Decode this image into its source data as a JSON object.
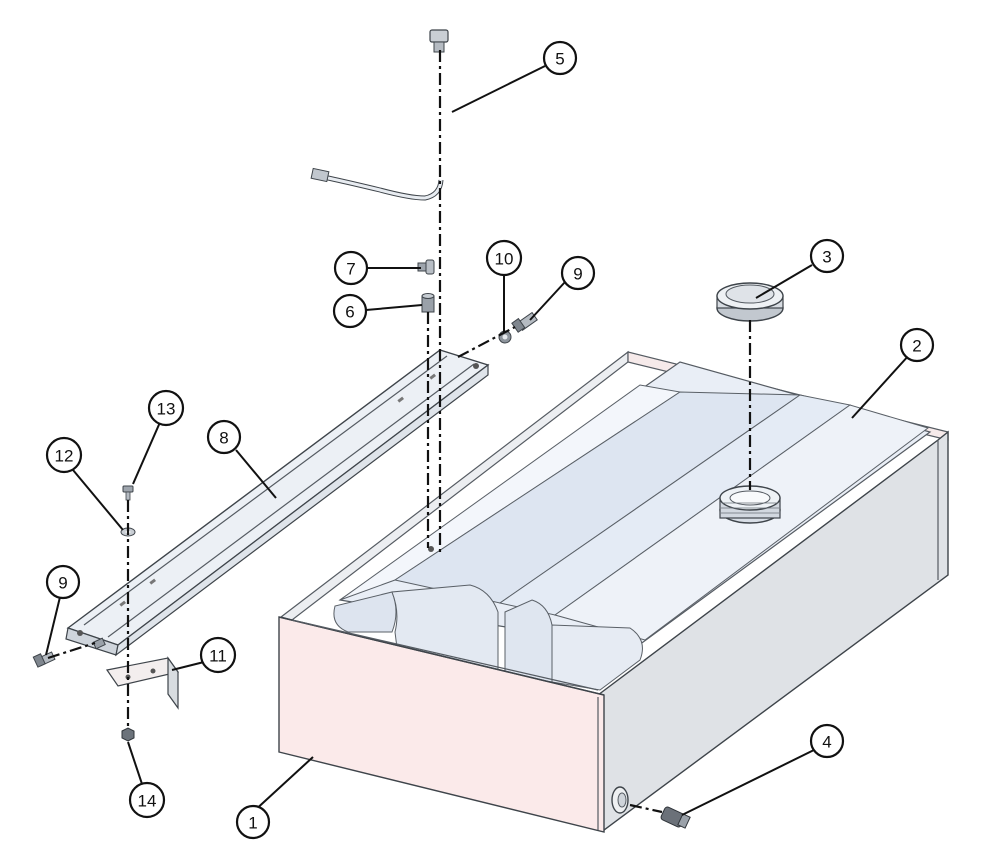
{
  "figure": {
    "background": "#ffffff",
    "colors": {
      "tray_face": "#fbeaea",
      "tray_side": "#dcdfe3",
      "tank_body": "#dfe7f2",
      "tank_top": "#e9eef6",
      "steel": "#d9dde2",
      "ink": "#111111"
    }
  },
  "parts": [
    {
      "id": "fuel-tank-tray",
      "callout": "1"
    },
    {
      "id": "fuel-tank",
      "callout": "2"
    },
    {
      "id": "filler-cap",
      "callout": "3"
    },
    {
      "id": "drain-plug",
      "callout": "4"
    },
    {
      "id": "sender-unit",
      "callout": "5"
    },
    {
      "id": "fitting",
      "callout": "6"
    },
    {
      "id": "elbow-fitting",
      "callout": "7"
    },
    {
      "id": "strap-bar",
      "callout": "8"
    },
    {
      "id": "bolt-left",
      "callout": "9"
    },
    {
      "id": "bolt-right",
      "callout": "9"
    },
    {
      "id": "grommet",
      "callout": "10"
    },
    {
      "id": "angle-bracket",
      "callout": "11"
    },
    {
      "id": "washer",
      "callout": "12"
    },
    {
      "id": "screw",
      "callout": "13"
    },
    {
      "id": "nut",
      "callout": "14"
    }
  ]
}
